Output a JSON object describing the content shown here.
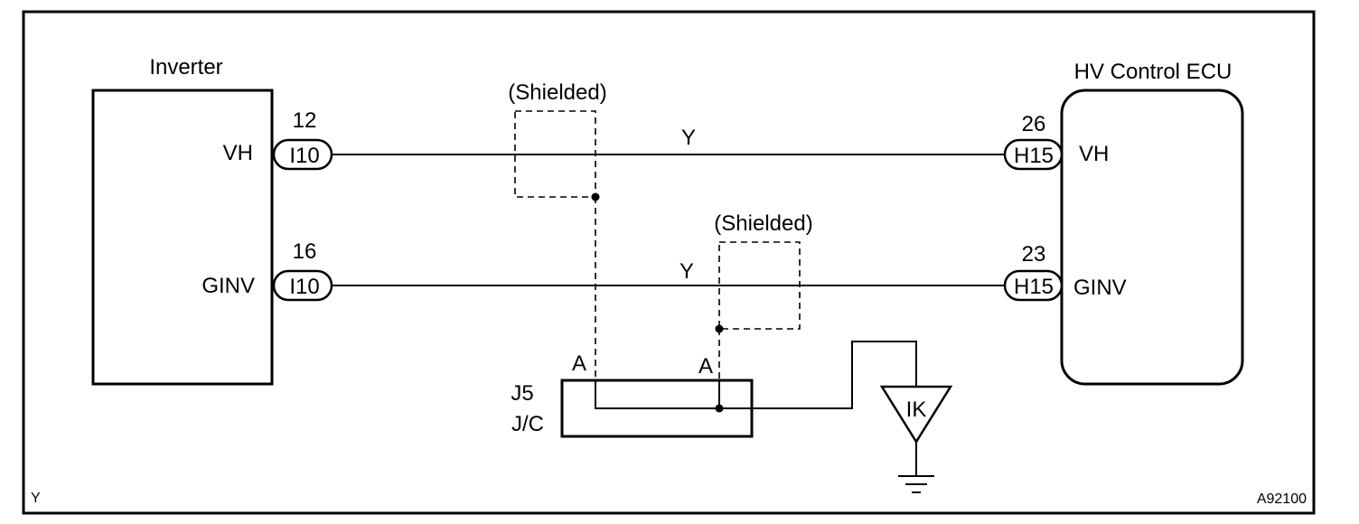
{
  "inverter": {
    "title": "Inverter",
    "pins": [
      "VH",
      "GINV"
    ]
  },
  "ecu": {
    "title": "HV Control ECU",
    "pins": [
      "VH",
      "GINV"
    ]
  },
  "wires": [
    {
      "left_pin": "12",
      "left_conn": "I10",
      "right_pin": "26",
      "right_conn": "H15",
      "color": "Y"
    },
    {
      "left_pin": "16",
      "left_conn": "I10",
      "right_pin": "23",
      "right_conn": "H15",
      "color": "Y"
    }
  ],
  "shields": [
    {
      "label": "(Shielded)"
    },
    {
      "label": "(Shielded)"
    }
  ],
  "junction": {
    "id": "J5",
    "name": "J/C",
    "terminal_labels": [
      "A",
      "A"
    ]
  },
  "ground": {
    "label": "IK"
  },
  "footer": {
    "color_code": "Y",
    "figure_id": "A92100"
  }
}
